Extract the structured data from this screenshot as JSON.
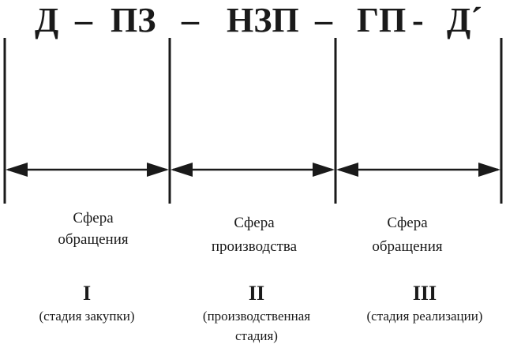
{
  "formula": {
    "d": "Д",
    "dash1": "–",
    "pz": "ПЗ",
    "dash2": "–",
    "nzp": "НЗП",
    "dash3": "–",
    "gp": "ГП",
    "dash4": "-",
    "d_prime": "Д´"
  },
  "stages": [
    {
      "sphere_line1": "Сфера",
      "sphere_line2": "обращения",
      "numeral": "I",
      "caption_line1": "(стадия закупки)",
      "caption_line2": ""
    },
    {
      "sphere_line1": "Сфера",
      "sphere_line2": "производства",
      "numeral": "II",
      "caption_line1": "(производственная",
      "caption_line2": "стадия)"
    },
    {
      "sphere_line1": "Сфера",
      "sphere_line2": "обращения",
      "numeral": "III",
      "caption_line1": "(стадия реализации)",
      "caption_line2": ""
    }
  ],
  "colors": {
    "ink": "#1a1a1a",
    "background": "#ffffff"
  }
}
